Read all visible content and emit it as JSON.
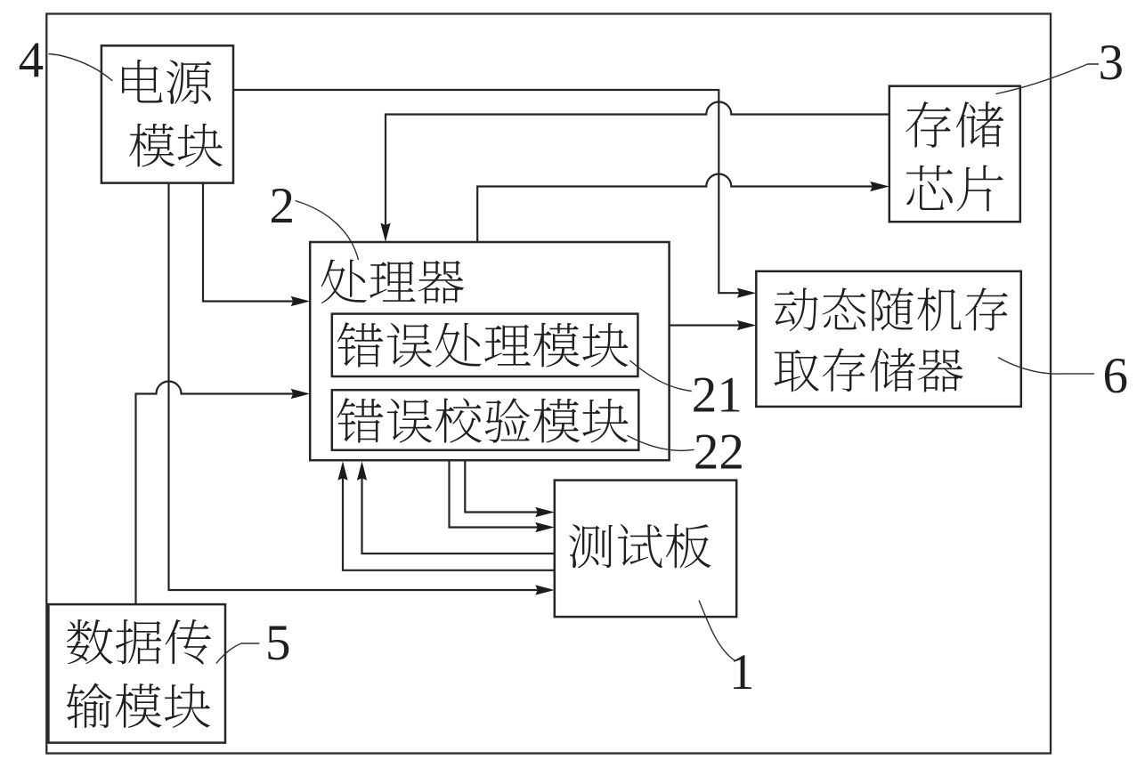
{
  "figure": {
    "type": "patent-block-diagram",
    "background": "#ffffff",
    "ink": "#212121",
    "nodes": {
      "power": {
        "label": "电源模块",
        "lines": [
          "电源",
          "模块"
        ],
        "ref": "4"
      },
      "storage_chip": {
        "label": "存储芯片",
        "lines": [
          "存储",
          "芯片"
        ],
        "ref": "3"
      },
      "processor": {
        "label": "处理器",
        "lines": [
          "处理器"
        ],
        "ref": "2"
      },
      "error_handling": {
        "label": "错误处理模块",
        "lines": [
          "错误处理模块"
        ],
        "ref": "21"
      },
      "error_check": {
        "label": "错误校验模块",
        "lines": [
          "错误校验模块"
        ],
        "ref": "22"
      },
      "dram": {
        "label": "动态随机存取存储器",
        "lines": [
          "动态随机存",
          "取存储器"
        ],
        "ref": "6"
      },
      "test_board": {
        "label": "测试板",
        "lines": [
          "测试板"
        ],
        "ref": "1"
      },
      "data_transfer": {
        "label": "数据传输模块",
        "lines": [
          "数据传",
          "输模块"
        ],
        "ref": "5"
      }
    },
    "edges": [
      {
        "from": "power",
        "to": "dram",
        "arrow": true
      },
      {
        "from": "storage_chip",
        "to": "processor",
        "arrow": true
      },
      {
        "from": "processor",
        "to": "storage_chip",
        "arrow": true
      },
      {
        "from": "processor",
        "to": "dram",
        "arrow": true
      },
      {
        "from": "power",
        "to": "processor",
        "arrow": true
      },
      {
        "from": "power",
        "to": "test_board",
        "arrow": true
      },
      {
        "from": "data_transfer",
        "to": "processor",
        "arrow": true
      },
      {
        "from": "processor",
        "to": "test_board",
        "arrow": true
      },
      {
        "from": "processor",
        "to": "test_board",
        "arrow": true
      },
      {
        "from": "test_board",
        "to": "processor",
        "arrow": true
      },
      {
        "from": "test_board",
        "to": "processor",
        "arrow": true
      }
    ]
  }
}
